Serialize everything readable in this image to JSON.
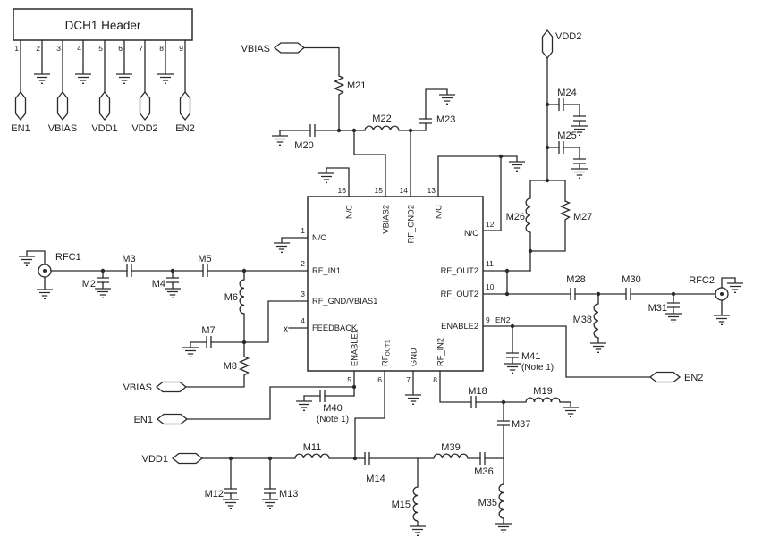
{
  "header": {
    "title": "DCH1 Header",
    "pin_numbers": [
      "1",
      "2",
      "3",
      "4",
      "5",
      "6",
      "7",
      "8",
      "9"
    ],
    "connectors": [
      "EN1",
      "VBIAS",
      "VDD1",
      "VDD2",
      "EN2"
    ]
  },
  "connectors": {
    "vbias_top": "VBIAS",
    "vdd2": "VDD2",
    "vbias_left": "VBIAS",
    "en1": "EN1",
    "en2": "EN2",
    "vdd1": "VDD1",
    "rfc1": "RFC1",
    "rfc2": "RFC2"
  },
  "components": {
    "m2": "M2",
    "m3": "M3",
    "m4": "M4",
    "m5": "M5",
    "m6": "M6",
    "m7": "M7",
    "m8": "M8",
    "m11": "M11",
    "m12": "M12",
    "m13": "M13",
    "m14": "M14",
    "m15": "M15",
    "m18": "M18",
    "m19": "M19",
    "m20": "M20",
    "m21": "M21",
    "m22": "M22",
    "m23": "M23",
    "m24": "M24",
    "m25": "M25",
    "m26": "M26",
    "m27": "M27",
    "m28": "M28",
    "m30": "M30",
    "m31": "M31",
    "m35": "M35",
    "m36": "M36",
    "m37": "M37",
    "m38": "M38",
    "m39": "M39",
    "m40": "M40",
    "m41": "M41",
    "note1": "(Note 1)"
  },
  "ic": {
    "feedback_marker": "x",
    "left_pins": [
      {
        "num": "1",
        "name": "N/C"
      },
      {
        "num": "2",
        "name": "RF_IN1"
      },
      {
        "num": "3",
        "name": "RF_GND/VBIAS1"
      },
      {
        "num": "4",
        "name": "FEEDBACK"
      }
    ],
    "right_pins": [
      {
        "num": "12",
        "name": "N/C"
      },
      {
        "num": "11",
        "name": "RF_OUT2"
      },
      {
        "num": "10",
        "name": "RF_OUT2"
      },
      {
        "num": "9",
        "name": "ENABLE2",
        "ext_label": "EN2"
      }
    ],
    "top_pins": [
      {
        "num": "16",
        "name": "N/C"
      },
      {
        "num": "15",
        "name": "VBIAS2"
      },
      {
        "num": "14",
        "name": "RF_GND2"
      },
      {
        "num": "13",
        "name": "N/C"
      }
    ],
    "bottom_pins": [
      {
        "num": "5",
        "name": "ENABLE1"
      },
      {
        "num": "6",
        "name_main": "RF",
        "name_sub": "OUT1"
      },
      {
        "num": "7",
        "name": "GND"
      },
      {
        "num": "8",
        "name": "RF_IN2"
      }
    ]
  },
  "colors": {
    "line": "#2a2a2a",
    "background": "#ffffff"
  }
}
